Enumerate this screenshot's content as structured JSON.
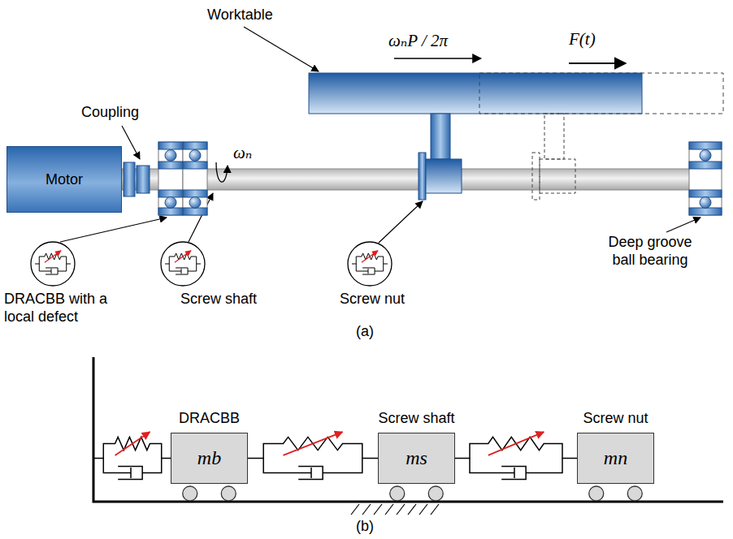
{
  "diagram": {
    "nodes": [
      {
        "text": [
          "Motor"
        ]
      },
      {
        "text": [
          "DRACBB",
          "mb"
        ]
      },
      {
        "text": [
          "Screw shaft",
          "ms"
        ]
      },
      {
        "text": [
          "Screw nut",
          "mn"
        ]
      }
    ],
    "edges": [
      {
        "from": 1,
        "to": 2,
        "arrow": "none"
      },
      {
        "from": 2,
        "to": 3,
        "arrow": "none"
      }
    ],
    "labels": [
      "Worktable",
      "ωₙP / 2π",
      "F(t)",
      "ωₙ",
      "Coupling",
      "DRACBB with a local defect",
      "Screw shaft",
      "Screw nut",
      "Deep groove ball bearing",
      "(a)",
      "(b)"
    ]
  }
}
